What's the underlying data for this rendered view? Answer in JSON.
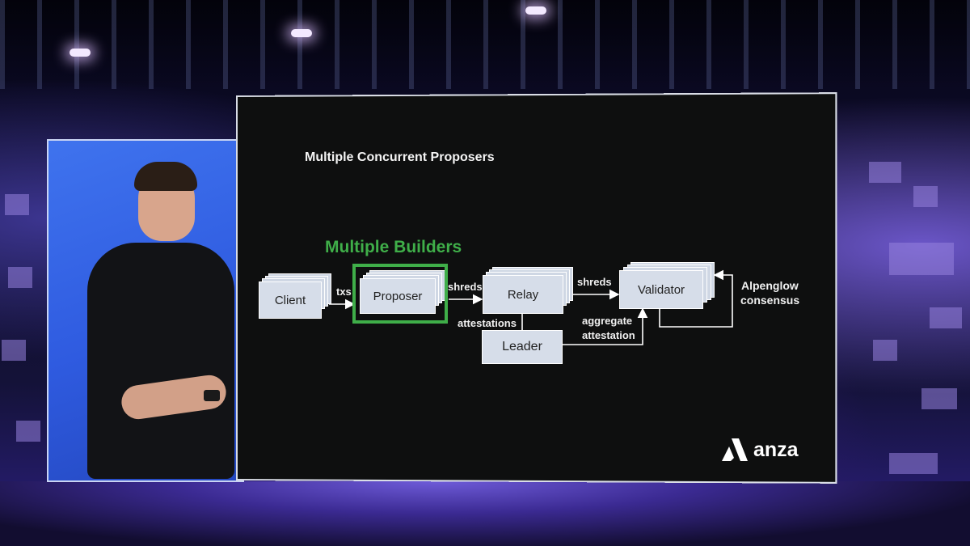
{
  "slide": {
    "title": "Multiple Concurrent Proposers",
    "group_label": "Multiple Builders",
    "nodes": {
      "client": "Client",
      "proposer": "Proposer",
      "relay": "Relay",
      "validator": "Validator",
      "leader": "Leader"
    },
    "edge_labels": {
      "txs": "txs",
      "shreds_1": "shreds",
      "shreds_2": "shreds",
      "attestations": "attestations",
      "aggregate_1": "aggregate",
      "aggregate_2": "attestation",
      "consensus_1": "Alpenglow",
      "consensus_2": "consensus"
    },
    "logo_text": "anza"
  },
  "colors": {
    "accent_green": "#3fae49",
    "node_fill": "#d6dde9",
    "screen_bg": "#0e0f0f",
    "side_screen_blue": "#2f5be0"
  }
}
